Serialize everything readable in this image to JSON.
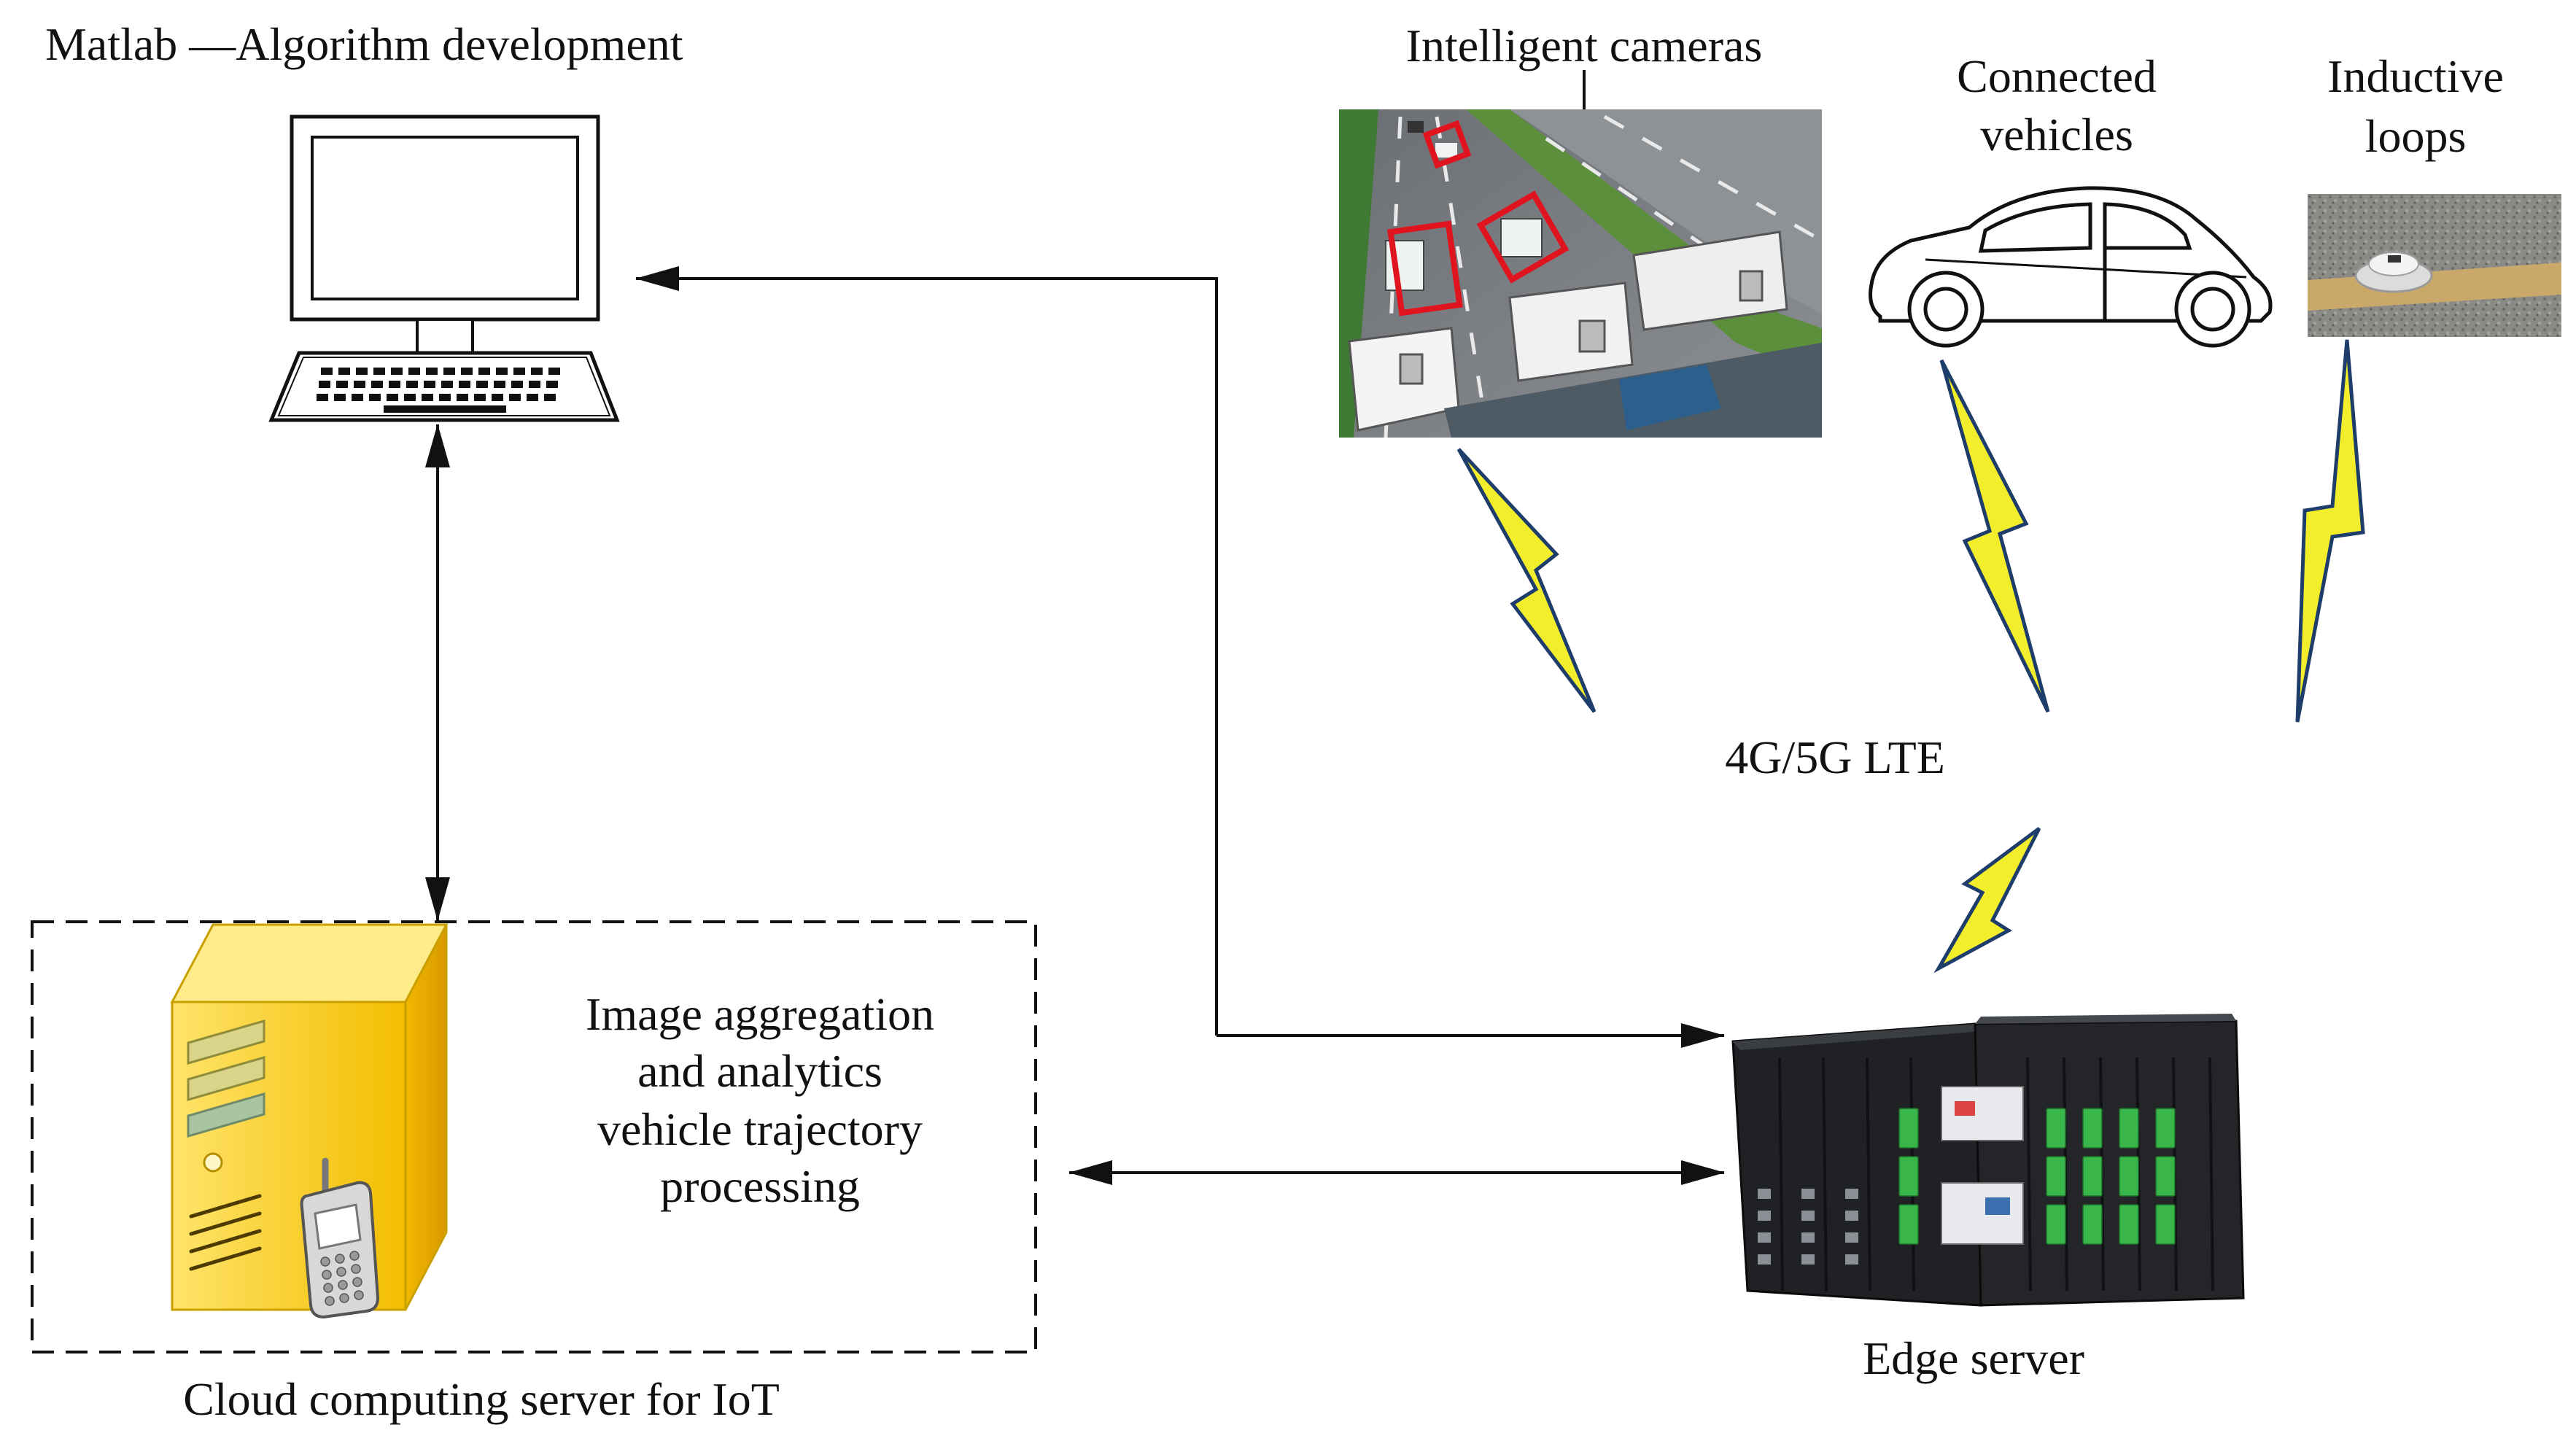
{
  "labels": {
    "matlab": "Matlab —Algorithm development",
    "cameras": "Intelligent cameras",
    "vehicles_line1": "Connected",
    "vehicles_line2": "vehicles",
    "loops_line1": "Inductive",
    "loops_line2": "loops",
    "lte": "4G/5G  LTE",
    "cloud_line1": "Image aggregation",
    "cloud_line2": "and analytics",
    "cloud_line3": "vehicle trajectory",
    "cloud_line4": "processing",
    "cloud_caption": "Cloud  computing server for IoT",
    "edge_caption": "Edge server"
  },
  "colors": {
    "line": "#111111",
    "bolt_fill": "#f2ee2c",
    "bolt_stroke": "#1f3d6b",
    "server_yellow": "#f6c400",
    "highlight_box": "#e0141e"
  },
  "icons": {
    "computer": "desktop-computer-icon",
    "server": "tower-server-icon",
    "phone": "mobile-phone-icon",
    "car": "car-icon",
    "rack": "edge-server-rack-icon",
    "wireless": "lightning-bolt-icon"
  }
}
